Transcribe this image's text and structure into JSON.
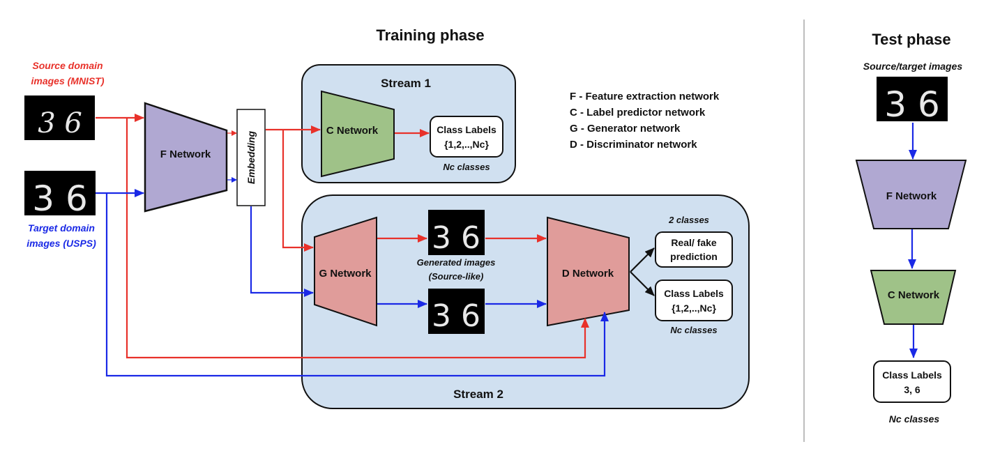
{
  "training": {
    "title": "Training phase",
    "source_label": [
      "Source domain",
      "images (MNIST)"
    ],
    "target_label": [
      "Target domain",
      "images (USPS)"
    ],
    "f_network": "F Network",
    "embedding": "Embedding",
    "stream1": {
      "title": "Stream 1",
      "c_network": "C Network",
      "class_labels": [
        "Class Labels",
        "{1,2,..,Nc}"
      ],
      "nc_classes": "Nc classes"
    },
    "stream2": {
      "title": "Stream 2",
      "g_network": "G Network",
      "d_network": "D Network",
      "generated_caption": [
        "Generated images",
        "(Source-like)"
      ],
      "two_classes": "2 classes",
      "real_fake": [
        "Real/ fake",
        "prediction"
      ],
      "class_labels": [
        "Class Labels",
        "{1,2,..,Nc}"
      ],
      "nc_classes": "Nc classes"
    },
    "legend": [
      "F - Feature extraction network",
      "C - Label predictor network",
      "G - Generator network",
      "D - Discriminator network"
    ],
    "digit_images": {
      "source": "3 6",
      "target": "3 6",
      "generated_top": "3 6",
      "generated_bottom": "3 6"
    }
  },
  "test": {
    "title": "Test phase",
    "images_label": "Source/target images",
    "digit_image": "3 6",
    "f_network": "F Network",
    "c_network": "C Network",
    "class_labels": [
      "Class Labels",
      "3, 6"
    ],
    "nc_classes": "Nc classes"
  },
  "colors": {
    "source_flow": "#e8312a",
    "target_flow": "#1a29e6",
    "f_fill": "#b0a8d2",
    "c_fill": "#9fc288",
    "gd_fill": "#e09c9a",
    "stream_fill": "#d0e0f0"
  }
}
